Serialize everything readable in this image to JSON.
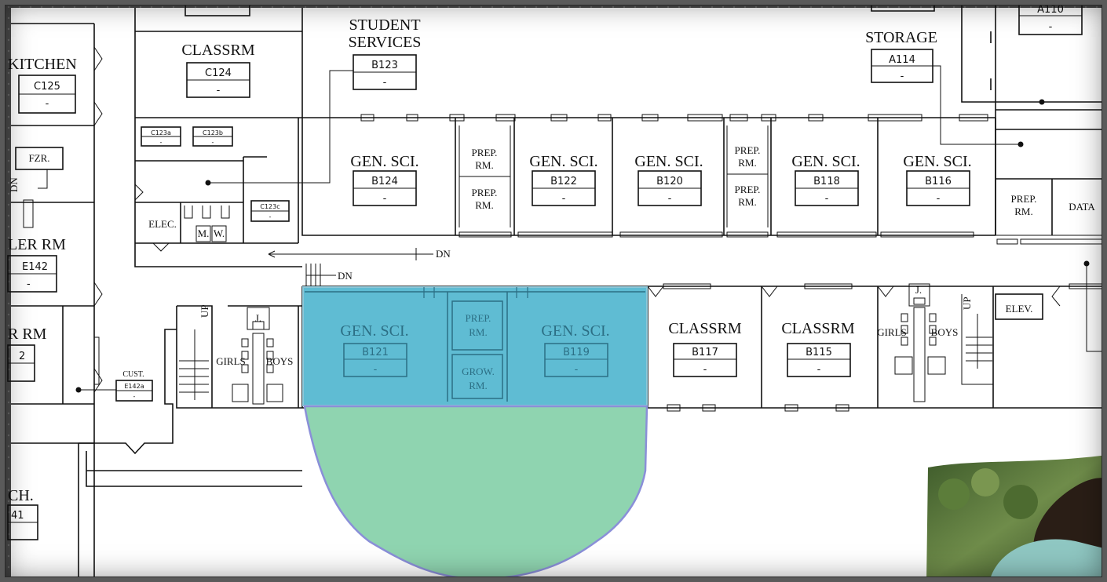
{
  "map": {
    "colors": {
      "background": "#ffffff",
      "line": "#111111",
      "highlight_fill": "#5fbcd3",
      "highlight_text": "#2c6f85",
      "zone_fill": "#8fd4b0",
      "zone_stroke": "#8a8fd8",
      "frame": "#5a5a5a"
    },
    "rooms": {
      "kitchen": {
        "name": "KITCHEN",
        "code": "C125",
        "status": "-"
      },
      "classrm_c124": {
        "name": "CLASSRM",
        "code": "C124",
        "status": "-"
      },
      "c123a": {
        "code": "C123a",
        "status": "-"
      },
      "c123b": {
        "code": "C123b",
        "status": "-"
      },
      "c123c": {
        "code": "C123c",
        "status": "-"
      },
      "student_services": {
        "name_line1": "STUDENT",
        "name_line2": "SERVICES",
        "code": "B123",
        "status": "-"
      },
      "storage": {
        "name": "STORAGE",
        "code": "A114",
        "status": "-"
      },
      "a110": {
        "code": "A110",
        "status": "-"
      },
      "fzr": {
        "name": "FZR."
      },
      "elec": {
        "name": "ELEC."
      },
      "m": {
        "name": "M."
      },
      "w": {
        "name": "W."
      },
      "dn_left": {
        "name": "DN"
      },
      "boiler": {
        "name": "LER RM",
        "code": "E142",
        "status": "-"
      },
      "r_rm": {
        "name": "R RM",
        "code": "2"
      },
      "cust": {
        "name": "CUST.",
        "code": "E142a",
        "status": "-"
      },
      "ch": {
        "name": "CH.",
        "code": "41"
      },
      "b124": {
        "name": "GEN. SCI.",
        "code": "B124",
        "status": "-"
      },
      "prep1": {
        "name_line1": "PREP.",
        "name_line2": "RM."
      },
      "prep2": {
        "name_line1": "PREP.",
        "name_line2": "RM."
      },
      "b122": {
        "name": "GEN. SCI.",
        "code": "B122",
        "status": "-"
      },
      "b120": {
        "name": "GEN. SCI.",
        "code": "B120",
        "status": "-"
      },
      "prep3": {
        "name_line1": "PREP.",
        "name_line2": "RM."
      },
      "prep4": {
        "name_line1": "PREP.",
        "name_line2": "RM."
      },
      "b118": {
        "name": "GEN. SCI.",
        "code": "B118",
        "status": "-"
      },
      "b116": {
        "name": "GEN. SCI.",
        "code": "B116",
        "status": "-"
      },
      "prep5": {
        "name_line1": "PREP.",
        "name_line2": "RM."
      },
      "data": {
        "name": "DATA"
      },
      "dn_corridor_1": {
        "name": "DN"
      },
      "dn_corridor_2": {
        "name": "DN"
      },
      "up1": {
        "name": "UP"
      },
      "up2": {
        "name": "UP"
      },
      "j1": {
        "name": "J."
      },
      "girls1": {
        "name": "GIRLS"
      },
      "boys1": {
        "name": "BOYS"
      },
      "b121": {
        "name": "GEN. SCI.",
        "code": "B121",
        "status": "-"
      },
      "prep6": {
        "name_line1": "PREP.",
        "name_line2": "RM."
      },
      "grow": {
        "name_line1": "GROW.",
        "name_line2": "RM."
      },
      "b119": {
        "name": "GEN. SCI.",
        "code": "B119",
        "status": "-"
      },
      "b117": {
        "name": "CLASSRM",
        "code": "B117",
        "status": "-"
      },
      "b115": {
        "name": "CLASSRM",
        "code": "B115",
        "status": "-"
      },
      "j2": {
        "name": "J."
      },
      "girls2": {
        "name": "GIRLS"
      },
      "boys2": {
        "name": "BOYS"
      },
      "elev": {
        "name": "ELEV."
      }
    }
  }
}
